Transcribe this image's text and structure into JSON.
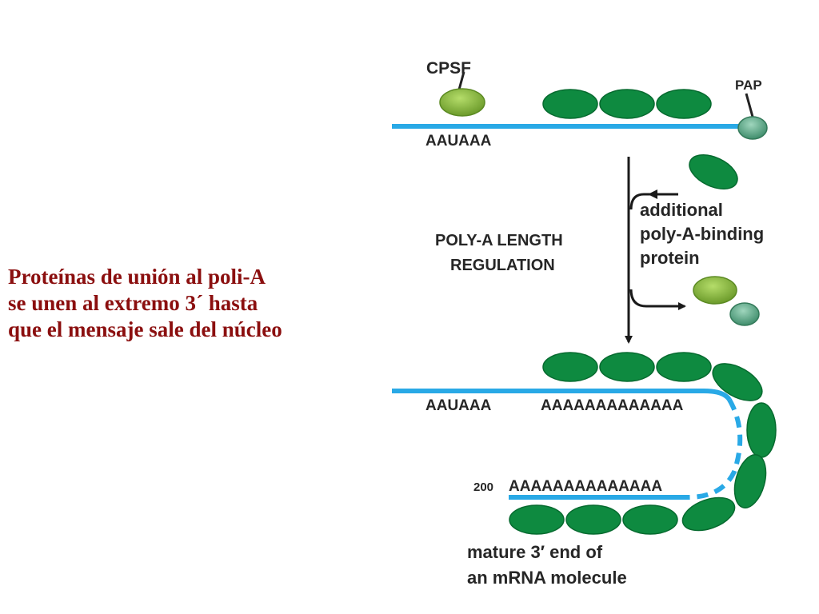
{
  "caption": {
    "line1": "Proteínas de unión al poli-A",
    "line2": "se unen al extremo 3´ hasta",
    "line3": "que el mensaje sale del núcleo"
  },
  "diagram": {
    "cpsf_label": "CPSF",
    "pap_label": "PAP",
    "signal_top": "AAUAAA",
    "regulation_line1": "POLY-A LENGTH",
    "regulation_line2": "REGULATION",
    "additional_line1": "additional",
    "additional_line2": "poly-A-binding",
    "additional_line3": "protein",
    "signal_bottom": "AAUAAA",
    "polyA_upper": "AAAAAAAAAAAAA",
    "length_label": "200",
    "polyA_lower": "AAAAAAAAAAAAAA",
    "mature_line1": "mature 3′ end of",
    "mature_line2": "an mRNA molecule"
  },
  "colors": {
    "rna_strand": "#29a9e6",
    "binding_protein": "#0e8a40",
    "cpsf": "#8cbf3a",
    "pap": "#5fae8e",
    "caption_text": "#8b0f0f"
  }
}
